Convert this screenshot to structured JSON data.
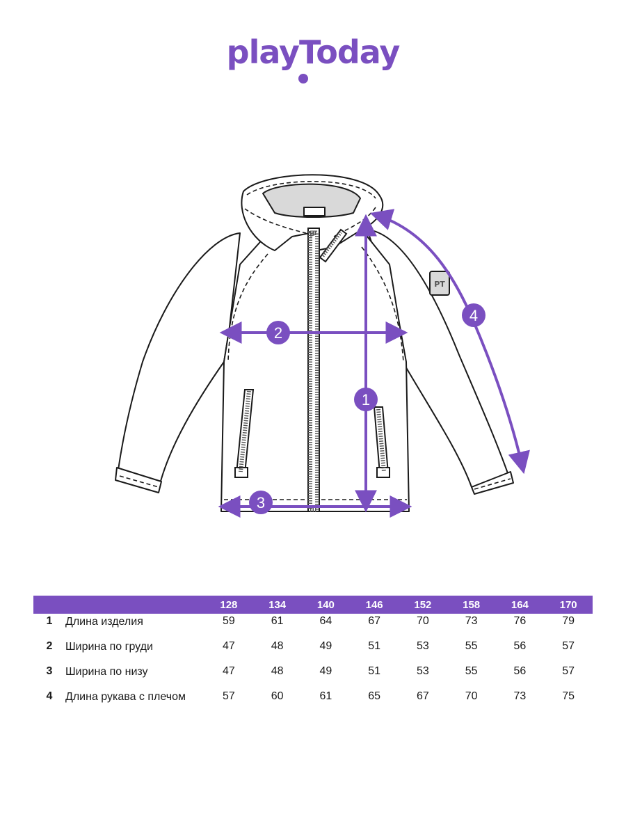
{
  "brand": {
    "name": "playToday",
    "color": "#7a4fc0"
  },
  "markers": [
    {
      "id": "1",
      "label": "1"
    },
    {
      "id": "2",
      "label": "2"
    },
    {
      "id": "3",
      "label": "3"
    },
    {
      "id": "4",
      "label": "4"
    }
  ],
  "sleeve_patch": "PT",
  "table": {
    "sizes": [
      "128",
      "134",
      "140",
      "146",
      "152",
      "158",
      "164",
      "170"
    ],
    "rows": [
      {
        "num": "1",
        "label": "Длина изделия",
        "values": [
          "59",
          "61",
          "64",
          "67",
          "70",
          "73",
          "76",
          "79"
        ]
      },
      {
        "num": "2",
        "label": "Ширина по груди",
        "values": [
          "47",
          "48",
          "49",
          "51",
          "53",
          "55",
          "56",
          "57"
        ]
      },
      {
        "num": "3",
        "label": "Ширина по низу",
        "values": [
          "47",
          "48",
          "49",
          "51",
          "53",
          "55",
          "56",
          "57"
        ]
      },
      {
        "num": "4",
        "label": "Длина рукава с плечом",
        "values": [
          "57",
          "60",
          "61",
          "65",
          "67",
          "70",
          "73",
          "75"
        ]
      }
    ]
  }
}
